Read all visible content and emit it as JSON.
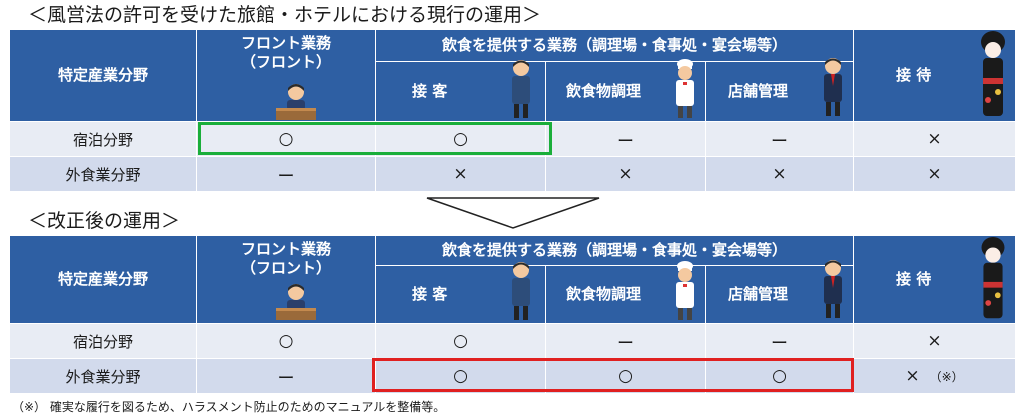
{
  "current": {
    "title": "＜風営法の許可を受けた旅館・ホテルにおける現行の運用＞",
    "header": {
      "industry": "特定産業分野",
      "front_line1": "フロント業務",
      "front_line2": "（フロント）",
      "food_group": "飲食を提供する業務（調理場・食事処・宴会場等）",
      "service": "接 客",
      "cooking": "飲食物調理",
      "store": "店舗管理",
      "entertain": "接 待"
    },
    "rows": [
      {
        "field": "宿泊分野",
        "front": "○",
        "service": "○",
        "cooking": "ー",
        "store": "ー",
        "entertain": "×"
      },
      {
        "field": "外食業分野",
        "front": "ー",
        "service": "×",
        "cooking": "×",
        "store": "×",
        "entertain": "×"
      }
    ]
  },
  "revised": {
    "title": "＜改正後の運用＞",
    "header": {
      "industry": "特定産業分野",
      "front_line1": "フロント業務",
      "front_line2": "（フロント）",
      "food_group": "飲食を提供する業務（調理場・食事処・宴会場等）",
      "service": "接 客",
      "cooking": "飲食物調理",
      "store": "店舗管理",
      "entertain": "接 待"
    },
    "rows": [
      {
        "field": "宿泊分野",
        "front": "○",
        "service": "○",
        "cooking": "ー",
        "store": "ー",
        "entertain": "×"
      },
      {
        "field": "外食業分野",
        "front": "ー",
        "service": "○",
        "cooking": "○",
        "store": "○",
        "entertain": "×",
        "entertain_note": "（※）"
      }
    ]
  },
  "footnote": "（※） 確実な履行を図るため、ハラスメント防止のためのマニュアルを整備等。",
  "colors": {
    "header_blue": "#2e5fa3",
    "row_light": "#e8ecf4",
    "row_dark": "#d2daec",
    "highlight_green": "#1aae3a",
    "highlight_red": "#e02020"
  }
}
